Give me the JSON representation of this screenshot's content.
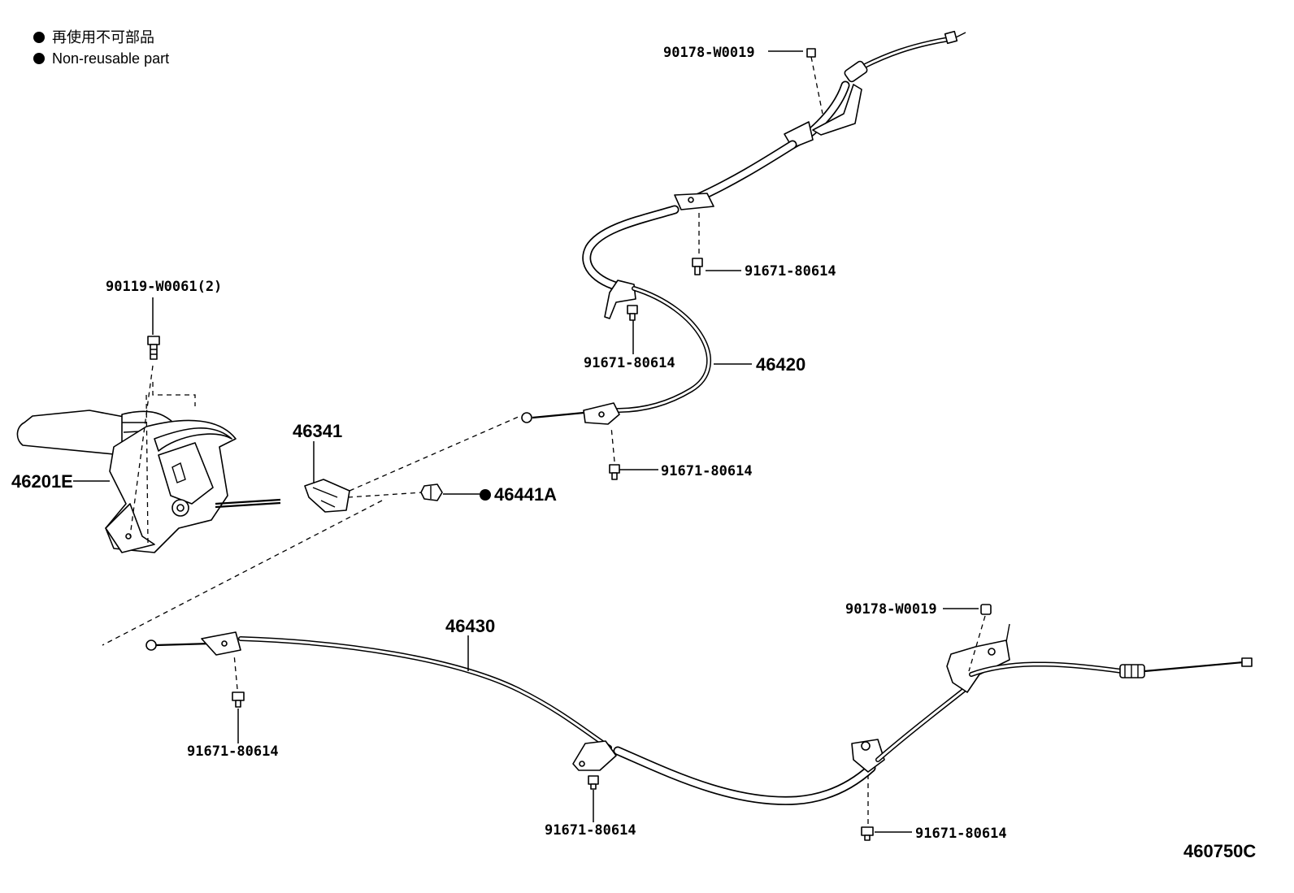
{
  "legend": {
    "jp": "再使用不可部品",
    "en": "Non-reusable part"
  },
  "labels": {
    "bolt_top": "90178-W0019",
    "bolt_upper1": "91671-80614",
    "bolt_upper2": "91671-80614",
    "cable_upper": "46420",
    "bolt_upper3": "91671-80614",
    "lever_bolt": "90119-W0061(2)",
    "lever": "46201E",
    "equalizer": "46341",
    "nut": "46441A",
    "cable_lower": "46430",
    "bolt_right": "90178-W0019",
    "bolt_lower_left": "91671-80614",
    "bolt_lower_mid": "91671-80614",
    "bolt_lower_right": "91671-80614",
    "figure_code": "460750C"
  }
}
